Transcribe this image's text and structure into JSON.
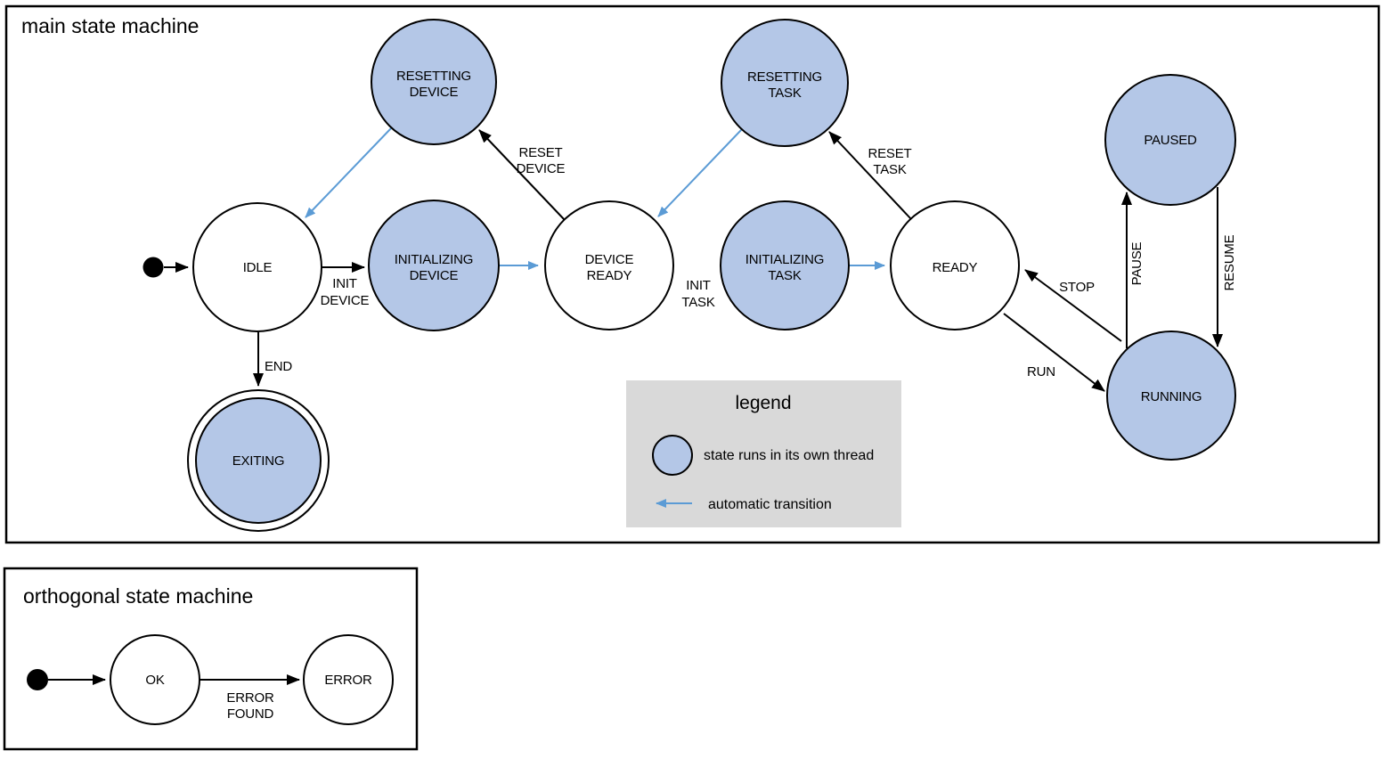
{
  "colors": {
    "threaded_state_fill": "#b4c7e7",
    "plain_state_fill": "#ffffff",
    "automatic_transition": "#5b9bd5",
    "legend_background": "#d9d9d9",
    "line_stroke": "#000000"
  },
  "main_machine": {
    "title": "main state machine",
    "states": {
      "idle": {
        "lines": [
          "IDLE"
        ],
        "threaded": false
      },
      "initializing_device": {
        "lines": [
          "INITIALIZING",
          "DEVICE"
        ],
        "threaded": true
      },
      "device_ready": {
        "lines": [
          "DEVICE",
          "READY"
        ],
        "threaded": false
      },
      "initializing_task": {
        "lines": [
          "INITIALIZING",
          "TASK"
        ],
        "threaded": true
      },
      "ready": {
        "lines": [
          "READY"
        ],
        "threaded": false
      },
      "resetting_device": {
        "lines": [
          "RESETTING",
          "DEVICE"
        ],
        "threaded": true
      },
      "resetting_task": {
        "lines": [
          "RESETTING",
          "TASK"
        ],
        "threaded": true
      },
      "paused": {
        "lines": [
          "PAUSED"
        ],
        "threaded": true
      },
      "running": {
        "lines": [
          "RUNNING"
        ],
        "threaded": true
      },
      "exiting": {
        "lines": [
          "EXITING"
        ],
        "threaded": true,
        "double_circle": true
      }
    },
    "transitions": {
      "initial": {
        "from": "start",
        "to": "IDLE"
      },
      "init_device": {
        "lines": [
          "INIT",
          "DEVICE"
        ],
        "from": "IDLE",
        "to": "INITIALIZING DEVICE"
      },
      "auto_to_device_ready": {
        "from": "INITIALIZING DEVICE",
        "to": "DEVICE READY",
        "automatic": true
      },
      "reset_device": {
        "lines": [
          "RESET",
          "DEVICE"
        ],
        "from": "DEVICE READY",
        "to": "RESETTING DEVICE"
      },
      "auto_to_idle": {
        "from": "RESETTING DEVICE",
        "to": "IDLE",
        "automatic": true
      },
      "init_task": {
        "lines": [
          "INIT",
          "TASK"
        ],
        "from": "DEVICE READY",
        "to": "INITIALIZING TASK"
      },
      "auto_to_ready": {
        "from": "INITIALIZING TASK",
        "to": "READY",
        "automatic": true
      },
      "reset_task": {
        "lines": [
          "RESET",
          "TASK"
        ],
        "from": "READY",
        "to": "RESETTING TASK"
      },
      "auto_to_device_ready_2": {
        "from": "RESETTING TASK",
        "to": "DEVICE READY",
        "automatic": true
      },
      "run": {
        "label": "RUN",
        "from": "READY",
        "to": "RUNNING"
      },
      "stop": {
        "label": "STOP",
        "from": "RUNNING",
        "to": "READY"
      },
      "pause": {
        "label": "PAUSE",
        "from": "RUNNING",
        "to": "PAUSED"
      },
      "resume": {
        "label": "RESUME",
        "from": "PAUSED",
        "to": "RUNNING"
      },
      "end": {
        "label": "END",
        "from": "IDLE",
        "to": "EXITING"
      }
    }
  },
  "legend": {
    "title": "legend",
    "threaded_label": "state runs in its own thread",
    "auto_label": "automatic transition"
  },
  "orthogonal_machine": {
    "title": "orthogonal state machine",
    "states": {
      "ok": {
        "label": "OK"
      },
      "error": {
        "label": "ERROR"
      }
    },
    "transitions": {
      "initial": {
        "from": "start",
        "to": "OK"
      },
      "error_found": {
        "lines": [
          "ERROR",
          "FOUND"
        ],
        "from": "OK",
        "to": "ERROR"
      }
    }
  }
}
